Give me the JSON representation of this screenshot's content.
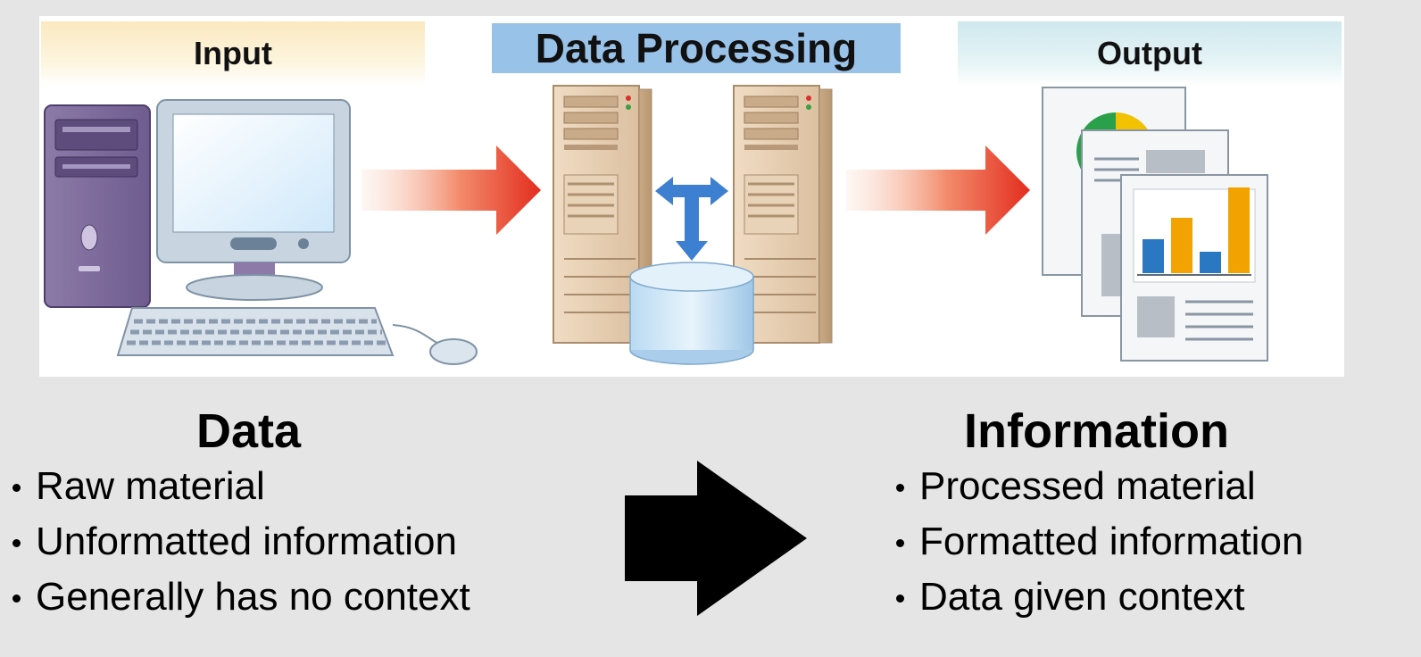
{
  "headers": {
    "input": "Input",
    "processing": "Data Processing",
    "output": "Output"
  },
  "data_section": {
    "heading": "Data",
    "bullets": [
      "Raw material",
      "Unformatted information",
      "Generally has no context"
    ]
  },
  "information_section": {
    "heading": "Information",
    "bullets": [
      "Processed material",
      "Formatted information",
      "Data given context"
    ]
  },
  "icons": {
    "input": "desktop-computer-icon",
    "processing": "servers-database-icon",
    "output": "report-documents-icon",
    "flow": "arrow-right-icon"
  },
  "colors": {
    "background": "#e5e5e5",
    "input_header": "#fbe9bf",
    "processing_header": "#99c2e8",
    "output_header": "#cfe8ee",
    "flow_arrow": "#e8382a",
    "big_arrow": "#000000",
    "chart_blue": "#2a78c2",
    "chart_orange": "#f2a300"
  }
}
